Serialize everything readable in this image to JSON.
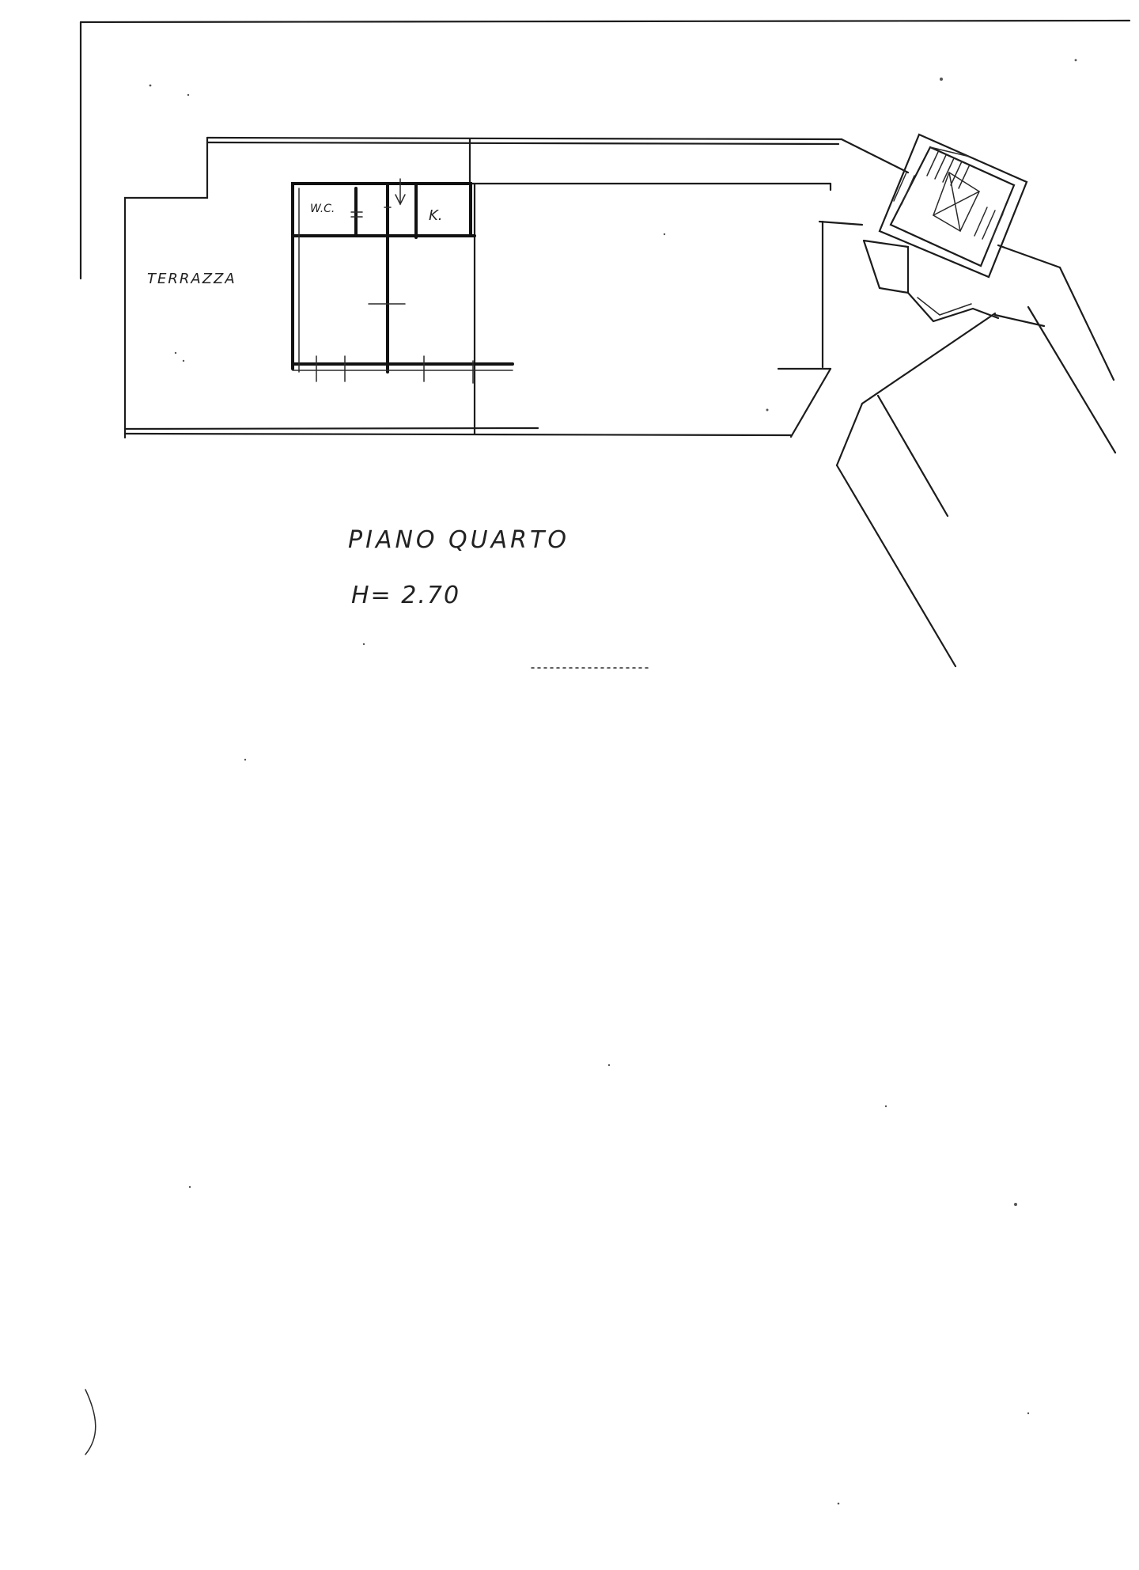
{
  "plan": {
    "label_terrace": "TERRAZZA",
    "label_wc": "W.C.",
    "label_k": "K.",
    "floor_title": "PIANO QUARTO",
    "floor_height": "H= 2.70"
  },
  "colors": {
    "paper": "#ffffff",
    "ink": "#1c1c1c"
  }
}
